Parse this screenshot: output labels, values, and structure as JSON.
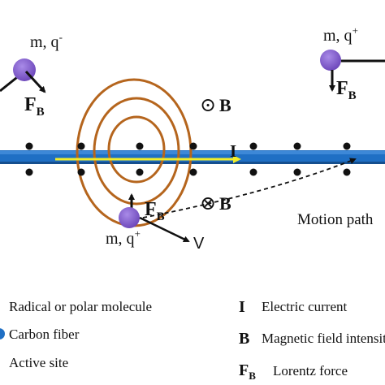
{
  "particles": {
    "top_left": {
      "label_base": "m, q",
      "label_sign": "-",
      "force_main": "F",
      "force_sub": "B"
    },
    "top_right": {
      "label_base": "m, q",
      "label_sign": "+",
      "force_main": "F",
      "force_sub": "B"
    },
    "bottom": {
      "label_base": "m, q",
      "label_sign": "+",
      "force_main": "F",
      "force_sub": "B",
      "velocity": "V"
    }
  },
  "field": {
    "out_symbol": "⊙",
    "out_label": "B",
    "in_symbol": "⊗",
    "in_label": "B",
    "current_label": "I"
  },
  "motion_path_label": "Motion path",
  "legend": {
    "radical": "Radical or polar molecule",
    "carbon_fiber": "Carbon fiber",
    "active_site": "Active site",
    "current_symbol": "I",
    "current_text": "Electric current",
    "field_symbol": "B",
    "field_text": "Magnetic field intensity",
    "force_main": "F",
    "force_sub": "B",
    "force_text": "Lorentz force"
  },
  "colors": {
    "fiber": "#1f6fc4",
    "fiber_dark": "#154f8e",
    "current_arrow": "#f2ee2a",
    "field_loops": "#b5651d",
    "particle": "#7a55c8",
    "dot": "#111111"
  }
}
